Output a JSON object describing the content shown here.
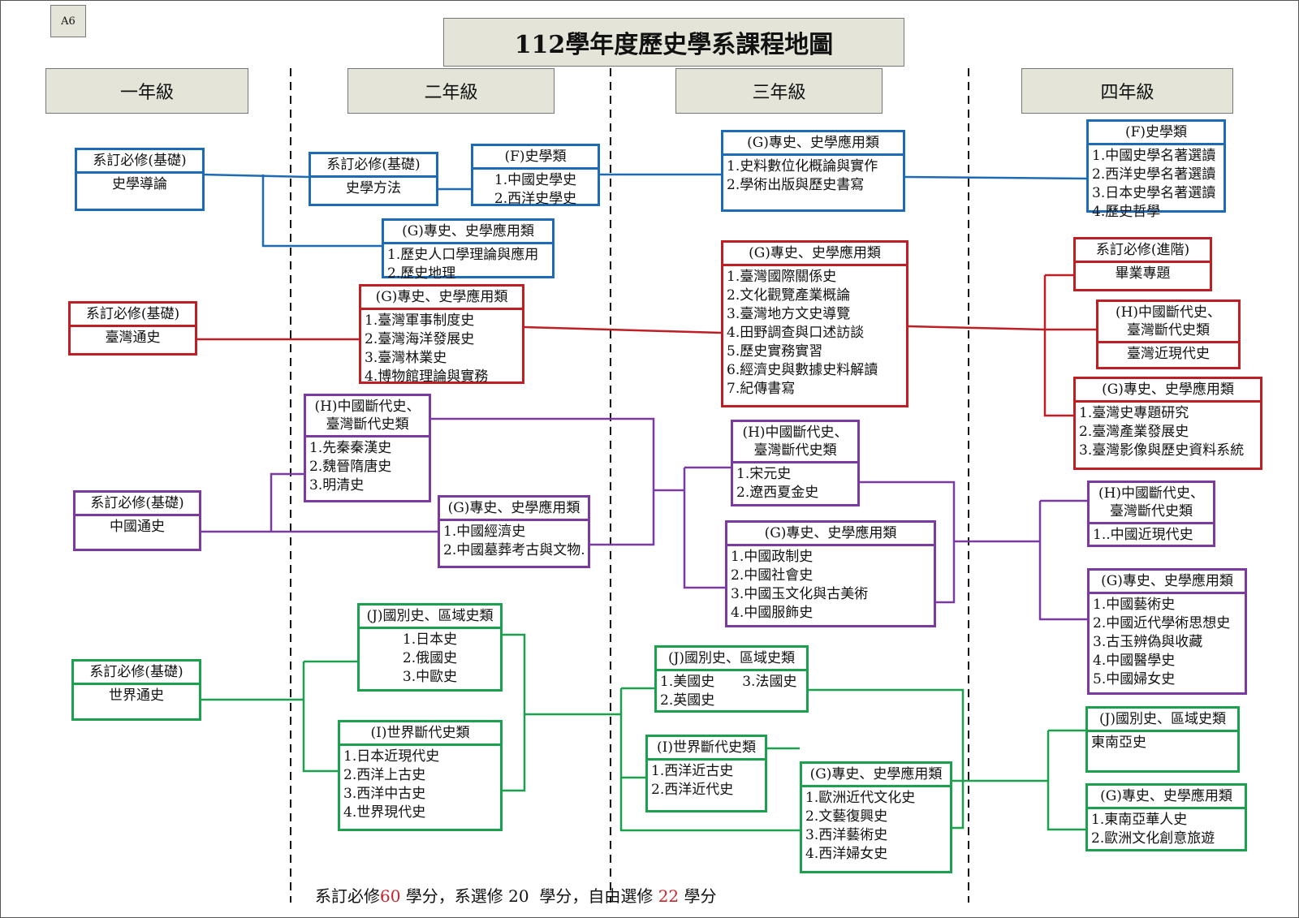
{
  "tag": "A6",
  "title": "112學年度歷史學系課程地圖",
  "years": [
    "一年級",
    "二年級",
    "三年級",
    "四年級"
  ],
  "colors": {
    "blue": "#1e6bb5",
    "red": "#bd1f25",
    "purple": "#7b3aa0",
    "green": "#1ba04e"
  },
  "boxes": {
    "b1": {
      "header": "系訂必修(基礎)",
      "items": [
        "史學導論"
      ]
    },
    "b2": {
      "header": "系訂必修(基礎)",
      "items": [
        "史學方法"
      ]
    },
    "b3": {
      "header": "(F)史學類",
      "items": [
        "1.中國史學史",
        "2.西洋史學史"
      ]
    },
    "b4": {
      "header": "(G)專史、史學應用類",
      "items": [
        "1.歷史人口學理論與應用",
        "2.歷史地理"
      ]
    },
    "b5": {
      "header": "(G)專史、史學應用類",
      "items": [
        "1.史料數位化概論與實作",
        "2.學術出版與歷史書寫"
      ]
    },
    "b6": {
      "header": "(F)史學類",
      "items": [
        "1.中國史學名著選讀",
        "2.西洋史學名著選讀",
        "3.日本史學名著選讀",
        "4.歷史哲學"
      ]
    },
    "r1": {
      "header": "系訂必修(基礎)",
      "items": [
        "臺灣通史"
      ]
    },
    "r2": {
      "header": "(G)專史、史學應用類",
      "items": [
        "1.臺灣軍事制度史",
        "2.臺灣海洋發展史",
        "3.臺灣林業史",
        "4.博物館理論與實務"
      ]
    },
    "r3": {
      "header": "(G)專史、史學應用類",
      "items": [
        "1.臺灣國際關係史",
        "2.文化觀覽產業概論",
        "3.臺灣地方文史導覽",
        "4.田野調查與口述訪談",
        "5.歷史實務實習",
        "6.經濟史與數據史料解讀",
        "7.紀傳書寫"
      ]
    },
    "r4": {
      "header": "系訂必修(進階)",
      "items": [
        "畢業專題"
      ]
    },
    "r5": {
      "header": "(H)中國斷代史、臺灣斷代史類",
      "header_lines": [
        "(H)中國斷代史、",
        "臺灣斷代史類"
      ],
      "items": [
        "臺灣近現代史"
      ]
    },
    "r6": {
      "header": "(G)專史、史學應用類",
      "items": [
        "1.臺灣史專題研究",
        "2.臺灣產業發展史",
        "3.臺灣影像與歷史資料系統"
      ]
    },
    "p1": {
      "header": "系訂必修(基礎)",
      "items": [
        "中國通史"
      ]
    },
    "p2": {
      "header_lines": [
        "(H)中國斷代史、",
        "臺灣斷代史類"
      ],
      "items": [
        "1.先秦秦漢史",
        "2.魏晉隋唐史",
        "3.明清史"
      ]
    },
    "p3": {
      "header": "(G)專史、史學應用類",
      "items": [
        "1.中國經濟史",
        "2.中國墓葬考古與文物."
      ]
    },
    "p4": {
      "header_lines": [
        "(H)中國斷代史、",
        "臺灣斷代史類"
      ],
      "items": [
        "1.宋元史",
        "2.遼西夏金史"
      ]
    },
    "p5": {
      "header": "(G)專史、史學應用類",
      "items": [
        "1.中國政制史",
        "2.中國社會史",
        "3.中國玉文化與古美術",
        "4.中國服飾史"
      ]
    },
    "p6": {
      "header_lines": [
        "(H)中國斷代史、",
        "臺灣斷代史類"
      ],
      "items": [
        "1..中國近現代史"
      ]
    },
    "p7": {
      "header": "(G)專史、史學應用類",
      "items": [
        "1.中國藝術史",
        "2.中國近代學術思想史",
        "3.古玉辨偽與收藏",
        "4.中國醫學史",
        "5.中國婦女史"
      ]
    },
    "g1": {
      "header": "系訂必修(基礎)",
      "items": [
        "世界通史"
      ]
    },
    "g2": {
      "header": "(J)國別史、區域史類",
      "items": [
        "1.日本史",
        "2.俄國史",
        "3.中歐史"
      ]
    },
    "g3": {
      "header": "(I)世界斷代史類",
      "items": [
        "1.日本近現代史",
        "2.西洋上古史",
        "3.西洋中古史",
        "4.世界現代史"
      ]
    },
    "g4": {
      "header": "(J)國別史、區域史類",
      "items": [
        "1.美國史　　3.法國史",
        "2.英國史"
      ]
    },
    "g5": {
      "header": "(I)世界斷代史類",
      "items": [
        "1.西洋近古史",
        "2.西洋近代史"
      ]
    },
    "g6": {
      "header": "(G)專史、史學應用類",
      "items": [
        "1.歐洲近代文化史",
        "2.文藝復興史",
        "3.西洋藝術史",
        "4.西洋婦女史"
      ]
    },
    "g7": {
      "header": "(J)國別史、區域史類",
      "items": [
        "東南亞史"
      ]
    },
    "g8": {
      "header": "(G)專史、史學應用類",
      "items": [
        "1.東南亞華人史",
        "2.歐洲文化創意旅遊"
      ]
    }
  },
  "footer": {
    "part1": "系訂必修",
    "n1": "60",
    "part2": " 學分，系選修 20  學分，自由選修 ",
    "n2": "22",
    "part3": " 學分"
  }
}
